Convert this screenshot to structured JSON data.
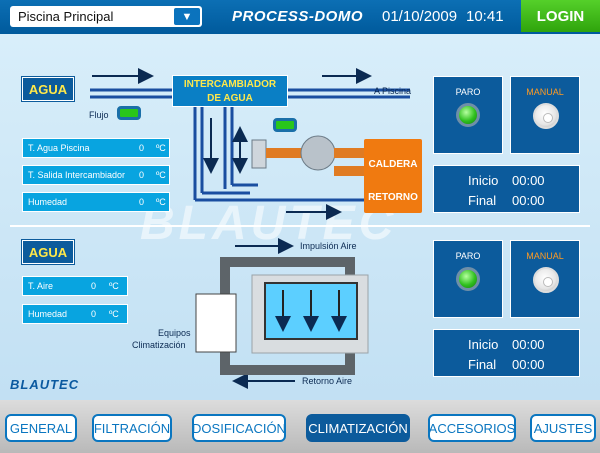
{
  "header": {
    "selector_value": "Piscina Principal",
    "title": "PROCESS-DOMO",
    "date": "01/10/2009",
    "time": "10:41",
    "login_label": "LOGIN"
  },
  "water": {
    "section_label": "AGUA",
    "flow_label": "Flujo",
    "rows": [
      {
        "label": "T. Agua Piscina",
        "value": "0",
        "unit": "ºC"
      },
      {
        "label": "T. Salida Intercambiador",
        "value": "0",
        "unit": "ºC"
      },
      {
        "label": "Humedad",
        "value": "0",
        "unit": "ºC"
      }
    ],
    "exchanger_label_1": "INTERCAMBIADOR",
    "exchanger_label_2": "DE AGUA",
    "to_pool_label": "A Piscina",
    "boiler_label": "CALDERA",
    "return_label": "RETORNO",
    "controls": {
      "stop_label": "PARO",
      "manual_label": "MANUAL"
    },
    "schedule": {
      "start_label": "Inicio",
      "start_value": "00:00",
      "end_label": "Final",
      "end_value": "00:00"
    }
  },
  "air": {
    "section_label": "AGUA",
    "rows": [
      {
        "label": "T. Aire",
        "value": "0",
        "unit": "ºC"
      },
      {
        "label": "Humedad",
        "value": "0",
        "unit": "ºC"
      }
    ],
    "supply_label": "Impulsión Aire",
    "return_label": "Retorno Aire",
    "equipment_label_1": "Equipos",
    "equipment_label_2": "Climatización",
    "controls": {
      "stop_label": "PARO",
      "manual_label": "MANUAL"
    },
    "schedule": {
      "start_label": "Inicio",
      "start_value": "00:00",
      "end_label": "Final",
      "end_value": "00:00"
    }
  },
  "brand": {
    "logo": "BLAUTEC",
    "watermark": "BLAUTEC"
  },
  "nav": {
    "items": [
      "GENERAL",
      "FILTRACIÓN",
      "DOSIFICACIÓN",
      "CLIMATIZACIÓN",
      "ACCESORIOS",
      "AJUSTES"
    ],
    "active": "CLIMATIZACIÓN"
  },
  "colors": {
    "header": "#0c6fb4",
    "accent_orange": "#f07a10",
    "led_green": "#2fc01e",
    "login_green": "#3fb815"
  }
}
